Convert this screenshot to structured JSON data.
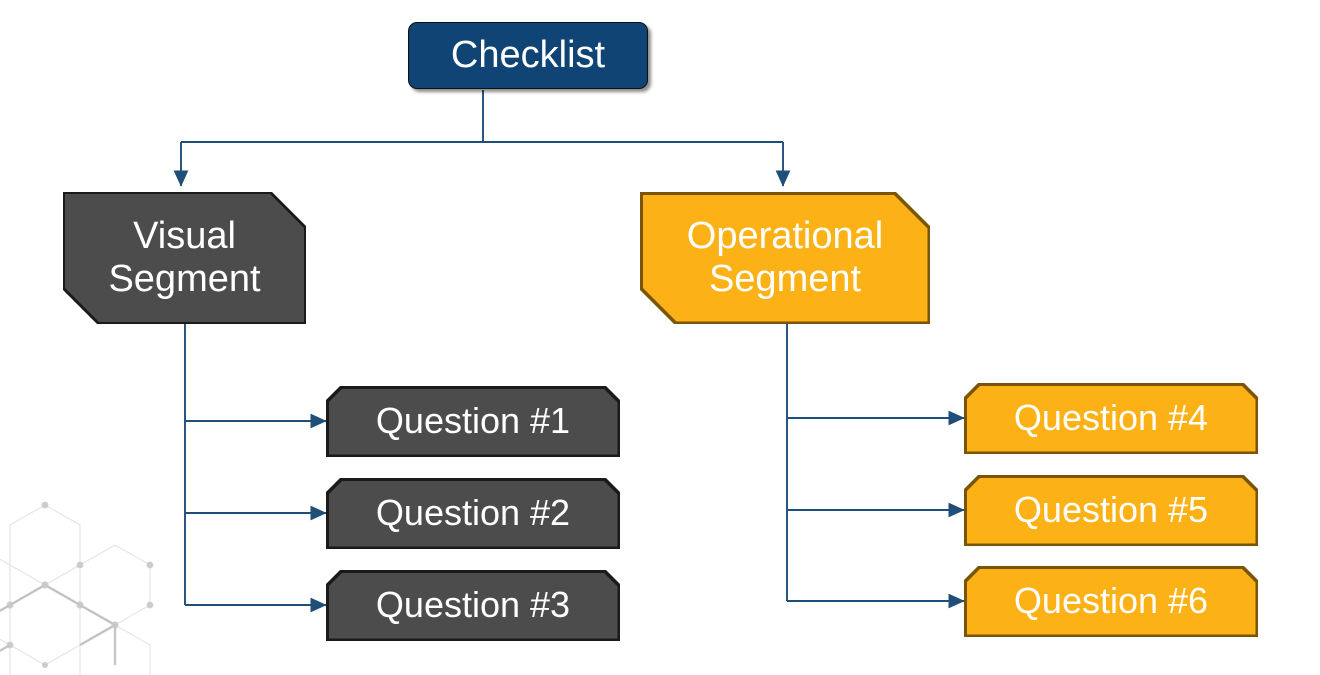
{
  "diagram": {
    "title": "Checklist",
    "type": "tree",
    "colors": {
      "root_fill": "#0F4475",
      "visual_fill": "#4C4C4C",
      "visual_border": "#1A1A1A",
      "operational_fill": "#FCB116",
      "operational_border": "#7A5407",
      "connector": "#1F4E79",
      "text": "#FFFFFF",
      "background": "#FFFFFF"
    },
    "root": {
      "label": "Checklist",
      "shape": "rounded-rectangle"
    },
    "branches": [
      {
        "id": "visual",
        "label": "Visual\nSegment",
        "shape": "octagon",
        "theme": "dark",
        "children": [
          {
            "label": "Question #1"
          },
          {
            "label": "Question #2"
          },
          {
            "label": "Question #3"
          }
        ]
      },
      {
        "id": "operational",
        "label": "Operational\nSegment",
        "shape": "octagon",
        "theme": "amber",
        "children": [
          {
            "label": "Question #4"
          },
          {
            "label": "Question #5"
          },
          {
            "label": "Question #6"
          }
        ]
      }
    ],
    "watermark": {
      "name": "hexagon-network-watermark",
      "position": "bottom-left"
    }
  }
}
